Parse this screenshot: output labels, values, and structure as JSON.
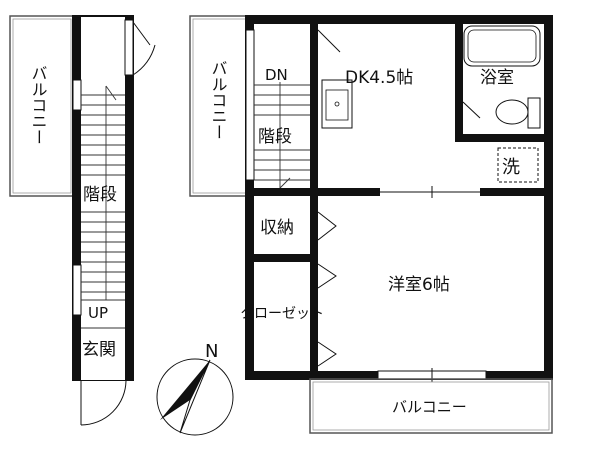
{
  "labels": {
    "balcony_left": "バルコニー",
    "balcony_mid": "バルコニー",
    "balcony_bottom": "バルコニー",
    "stairs_left": "階段",
    "stairs_mid": "階段",
    "up": "UP",
    "down": "DN",
    "entrance": "玄関",
    "dk": "DK4.5帖",
    "bath": "浴室",
    "wash": "洗",
    "storage": "収納",
    "closet": "クローゼット",
    "western_room": "洋室6帖",
    "north": "N"
  }
}
